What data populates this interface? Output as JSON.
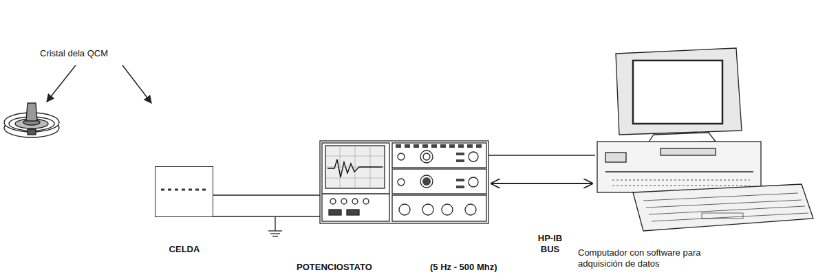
{
  "diagram": {
    "nodes": [
      {
        "text": [
          "CELDA"
        ]
      },
      {
        "text": [
          "POTENCIOSTATO",
          "(5 Hz - 500 Mhz)"
        ]
      },
      {
        "text": [
          "Computador con software para adquisición de datos"
        ]
      }
    ],
    "edges": [
      {
        "from": 0,
        "to": 1,
        "arrow": "none"
      },
      {
        "from": 0,
        "to": 1,
        "arrow": "none"
      },
      {
        "from": 1,
        "to": 2,
        "arrow": "none"
      },
      {
        "from": 1,
        "to": 2,
        "label": "HP-IB BUS",
        "arrow": "both"
      }
    ],
    "labels": [
      "Cristal dela QCM"
    ]
  }
}
